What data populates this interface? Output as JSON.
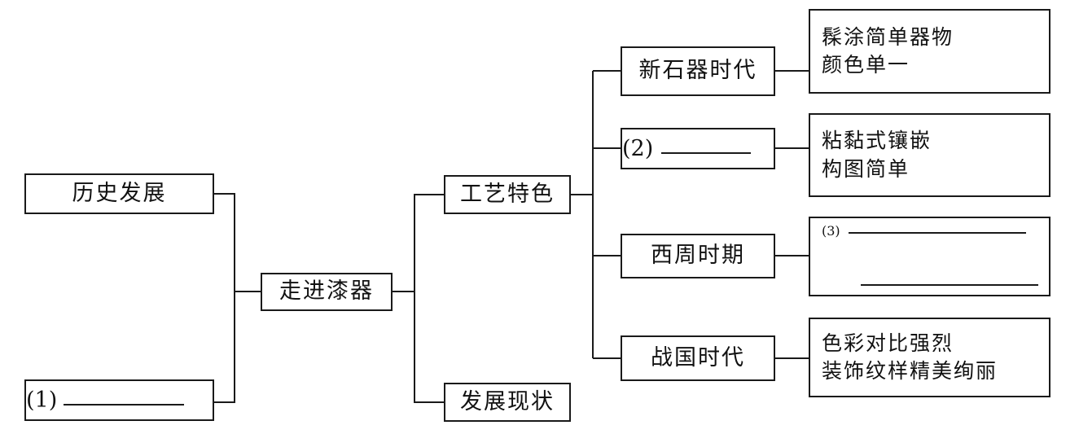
{
  "diagram": {
    "type": "mind-map-bracket",
    "title_node": "走进漆器",
    "colors": {
      "line": "#1a1a1a",
      "text": "#111111",
      "background": "#ffffff"
    }
  },
  "nodes": {
    "root": {
      "label": "走进漆器"
    },
    "branch_history": {
      "label": "历史发展"
    },
    "branch_blank1": {
      "number": "(1)",
      "label": ""
    },
    "branch_craft": {
      "label": "工艺特色"
    },
    "branch_status": {
      "label": "发展现状"
    },
    "periods": [
      {
        "label": "新石器时代"
      },
      {
        "number": "(2)",
        "label": ""
      },
      {
        "label": "西周时期"
      },
      {
        "label": "战国时代"
      }
    ],
    "details": [
      {
        "line1": "髹涂简单器物",
        "line2": "颜色单一"
      },
      {
        "line1": "粘黏式镶嵌",
        "line2": "构图简单"
      },
      {
        "number": "(3)",
        "line1": "",
        "line2": ""
      },
      {
        "line1": "色彩对比强烈",
        "line2": "装饰纹样精美绚丽"
      }
    ]
  }
}
